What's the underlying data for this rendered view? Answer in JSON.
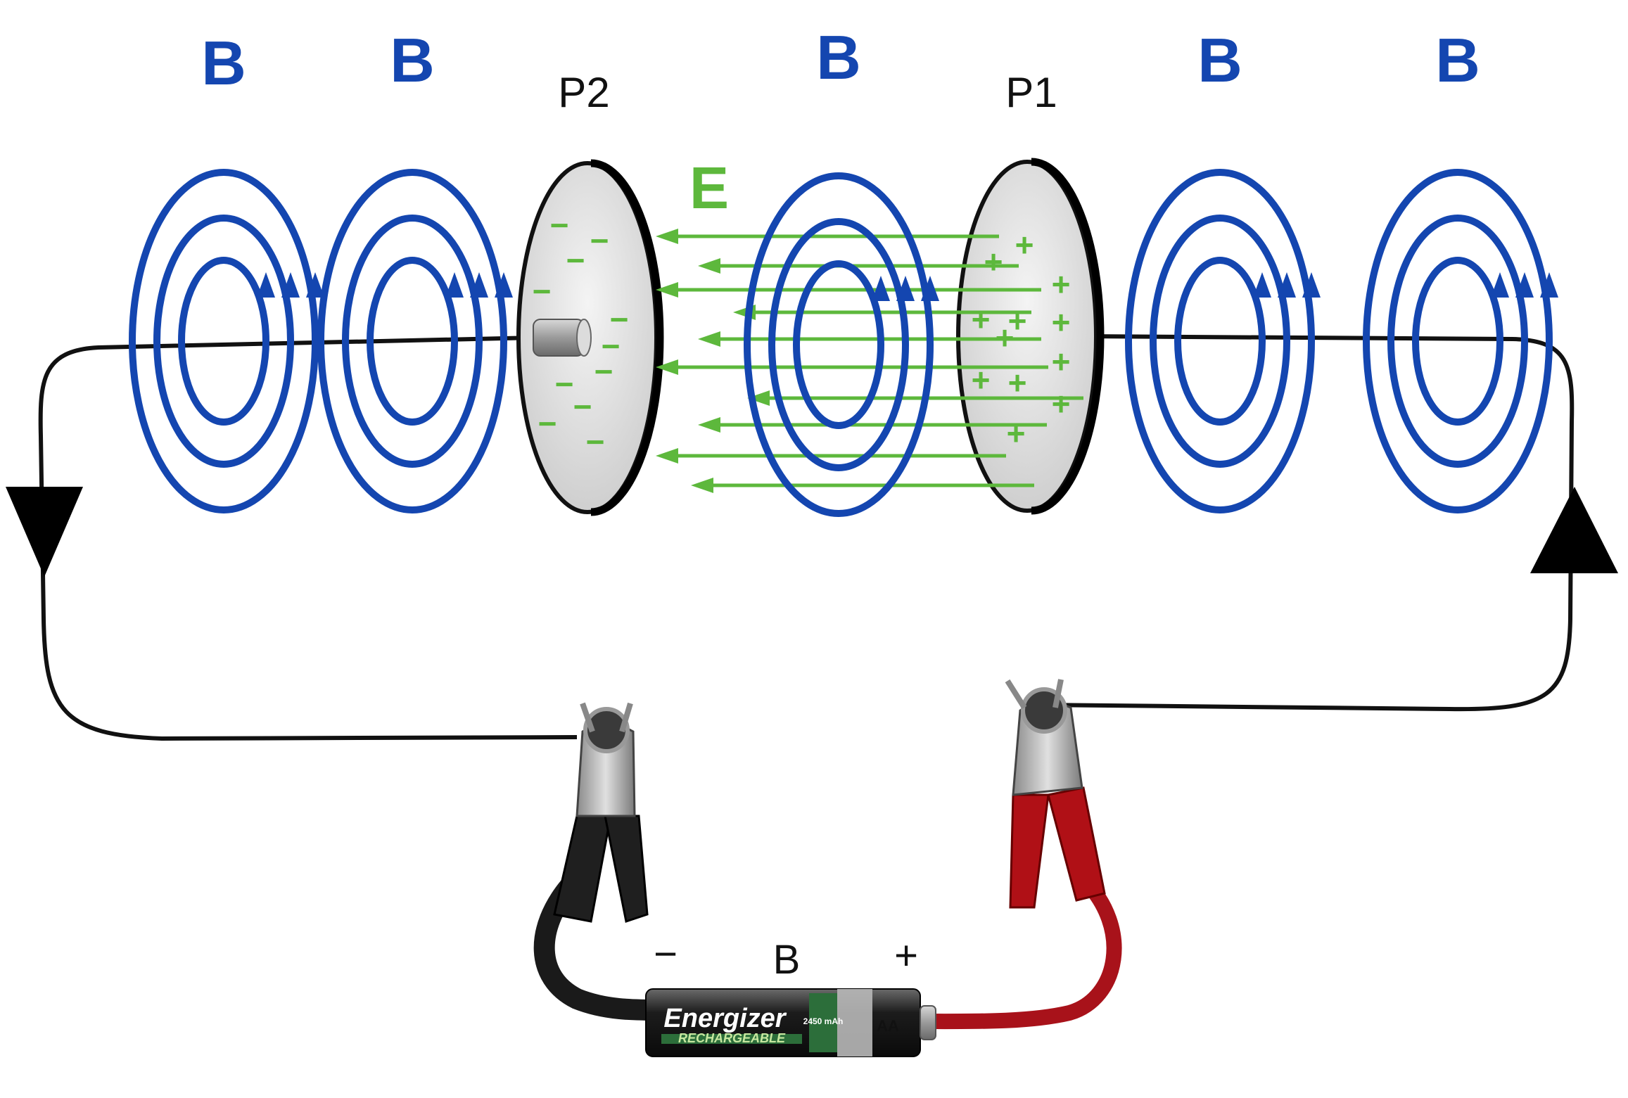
{
  "colors": {
    "b_field": "#1446b0",
    "e_field": "#5db83c",
    "wire": "#111111",
    "plate_fill": "#e6e6e6",
    "red_lead": "#b01016",
    "black_lead": "#1a1a1a",
    "battery_green": "#2c6e3a"
  },
  "labels": {
    "b_fields": [
      "B",
      "B",
      "B",
      "B",
      "B"
    ],
    "e_field": "E",
    "plate_left": "P2",
    "plate_right": "P1",
    "battery": "B",
    "minus": "−",
    "plus": "+"
  },
  "battery": {
    "brand": "Energizer",
    "type": "RECHARGEABLE",
    "capacity": "2450 mAh",
    "size": "AA"
  },
  "icons": [
    "current-arrow-icon",
    "alligator-clip-icon",
    "battery-icon"
  ],
  "charges": {
    "negative_symbol": "−",
    "positive_symbol": "+"
  }
}
